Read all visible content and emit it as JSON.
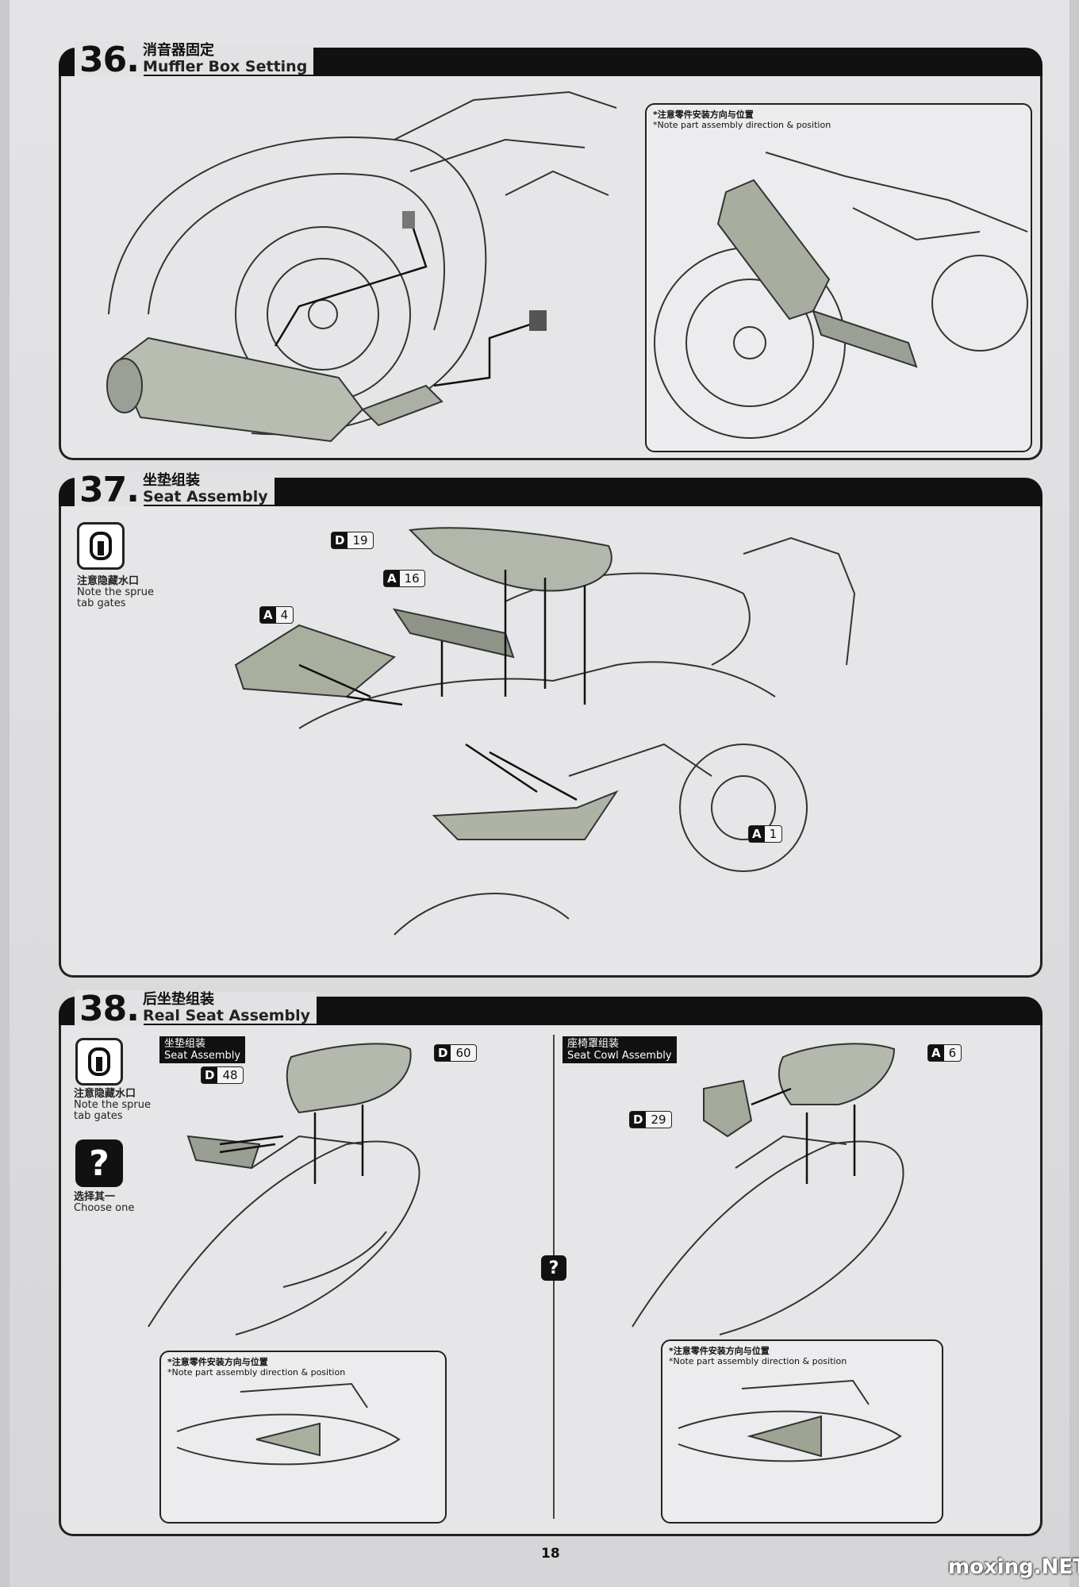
{
  "steps": {
    "s36": {
      "number": "36.",
      "title_cn": "消音器固定",
      "title_en": "Muffler Box Setting",
      "inset_note_cn": "*注意零件安装方向与位置",
      "inset_note_en": "*Note part assembly direction & position"
    },
    "s37": {
      "number": "37.",
      "title_cn": "坐垫组装",
      "title_en": "Seat Assembly",
      "sprue_note_cn": "注意隐藏水口",
      "sprue_note_en_1": "Note the sprue",
      "sprue_note_en_2": "tab gates",
      "parts": {
        "d19": {
          "letter": "D",
          "num": "19"
        },
        "a16": {
          "letter": "A",
          "num": "16"
        },
        "a4": {
          "letter": "A",
          "num": "4"
        },
        "a1": {
          "letter": "A",
          "num": "1"
        }
      }
    },
    "s38": {
      "number": "38.",
      "title_cn": "后坐垫组装",
      "title_en": "Real Seat Assembly",
      "sprue_note_cn": "注意隐藏水口",
      "sprue_note_en_1": "Note the sprue",
      "sprue_note_en_2": "tab gates",
      "choose_cn": "选择其一",
      "choose_en": "Choose one",
      "question_mark": "?",
      "left_tag_cn": "坐垫组装",
      "left_tag_en": "Seat Assembly",
      "right_tag_cn": "座椅罩组装",
      "right_tag_en": "Seat Cowl Assembly",
      "parts": {
        "d60": {
          "letter": "D",
          "num": "60"
        },
        "d48": {
          "letter": "D",
          "num": "48"
        },
        "a6": {
          "letter": "A",
          "num": "6"
        },
        "d29": {
          "letter": "D",
          "num": "29"
        }
      },
      "inset_note_cn": "*注意零件安装方向与位置",
      "inset_note_en": "*Note part assembly direction & position"
    }
  },
  "page_number": "18",
  "watermark": "moxing.NET"
}
